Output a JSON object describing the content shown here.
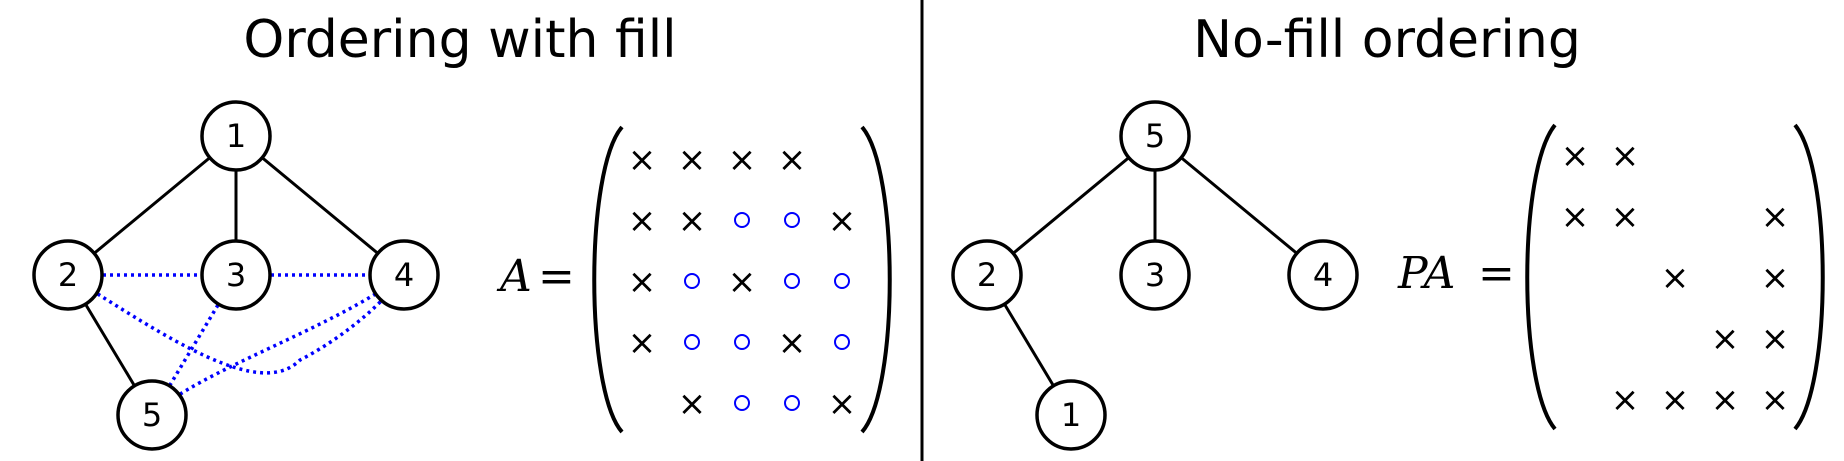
{
  "left": {
    "title": "Ordering with fill",
    "matrix_label": "A",
    "equals": "=",
    "nodes": [
      "1",
      "2",
      "3",
      "4",
      "5"
    ],
    "edges": [
      [
        "1",
        "2"
      ],
      [
        "1",
        "3"
      ],
      [
        "1",
        "4"
      ],
      [
        "2",
        "5"
      ]
    ],
    "fill_edges": [
      [
        "2",
        "3"
      ],
      [
        "3",
        "4"
      ],
      [
        "2",
        "4"
      ],
      [
        "3",
        "5"
      ],
      [
        "4",
        "5"
      ]
    ],
    "matrix": [
      [
        "x",
        "x",
        "x",
        "x",
        ""
      ],
      [
        "x",
        "x",
        "o",
        "o",
        "x"
      ],
      [
        "x",
        "o",
        "x",
        "o",
        "o"
      ],
      [
        "x",
        "o",
        "o",
        "x",
        "o"
      ],
      [
        "",
        "x",
        "o",
        "o",
        "x"
      ]
    ]
  },
  "right": {
    "title": "No-fill ordering",
    "matrix_label": "PA",
    "equals": "=",
    "nodes": [
      "5",
      "2",
      "3",
      "4",
      "1"
    ],
    "edges": [
      [
        "5",
        "2"
      ],
      [
        "5",
        "3"
      ],
      [
        "5",
        "4"
      ],
      [
        "2",
        "1"
      ]
    ],
    "matrix": [
      [
        "x",
        "x",
        "",
        "",
        ""
      ],
      [
        "x",
        "x",
        "",
        "",
        "x"
      ],
      [
        "",
        "",
        "x",
        "",
        "x"
      ],
      [
        "",
        "",
        "",
        "x",
        "x"
      ],
      [
        "",
        "x",
        "x",
        "x",
        "x"
      ]
    ]
  },
  "symbols": {
    "nonzero": "×"
  },
  "colors": {
    "fill": "#0000ff",
    "ink": "#000000"
  }
}
